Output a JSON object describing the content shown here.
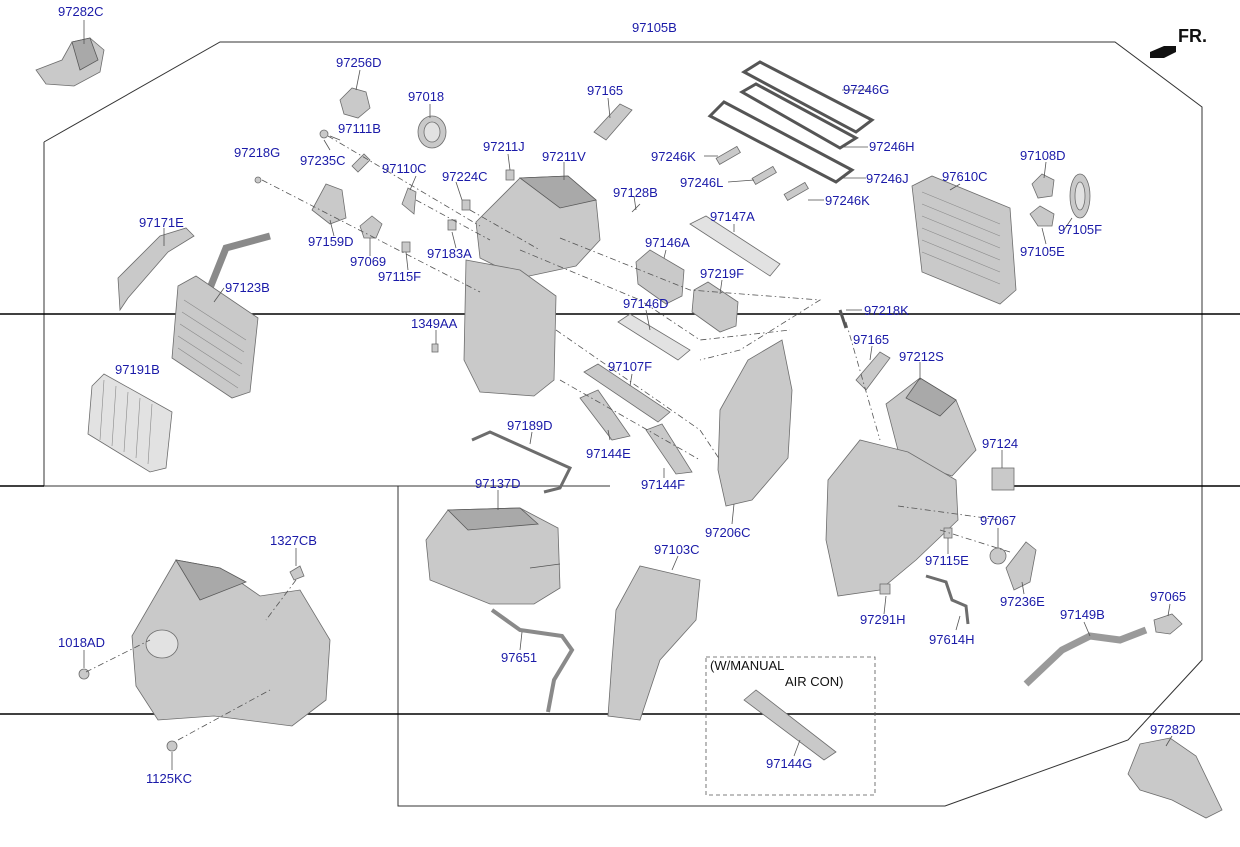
{
  "orientation_label": "FR.",
  "note": {
    "line1": "(W/MANUAL",
    "line2": "AIR CON)"
  },
  "parts": {
    "p97282C": "97282C",
    "p97105B": "97105B",
    "p97256D": "97256D",
    "p97018": "97018",
    "p97165_top": "97165",
    "p97246G": "97246G",
    "p97111B": "97111B",
    "p97218G": "97218G",
    "p97235C": "97235C",
    "p97211J": "97211J",
    "p97211V": "97211V",
    "p97246K_a": "97246K",
    "p97246H": "97246H",
    "p97108D": "97108D",
    "p97110C": "97110C",
    "p97224C": "97224C",
    "p97246L": "97246L",
    "p97246J": "97246J",
    "p97610C": "97610C",
    "p97128B": "97128B",
    "p97246K_b": "97246K",
    "p97105F": "97105F",
    "p97171E": "97171E",
    "p97147A": "97147A",
    "p97159D": "97159D",
    "p97146A": "97146A",
    "p97105E": "97105E",
    "p97069": "97069",
    "p97183A": "97183A",
    "p97219F": "97219F",
    "p97115F": "97115F",
    "p97123B": "97123B",
    "p97146D": "97146D",
    "p97218K": "97218K",
    "p1349AA": "1349AA",
    "p97165_mid": "97165",
    "p97212S": "97212S",
    "p97191B": "97191B",
    "p97107F": "97107F",
    "p97189D": "97189D",
    "p97124": "97124",
    "p97144E": "97144E",
    "p97144F": "97144F",
    "p97137D": "97137D",
    "p97067": "97067",
    "p97206C": "97206C",
    "p1327CB": "1327CB",
    "p97103C": "97103C",
    "p97115E": "97115E",
    "p97236E": "97236E",
    "p97065": "97065",
    "p97149B": "97149B",
    "p1018AD": "1018AD",
    "p97651": "97651",
    "p97291H": "97291H",
    "p97614H": "97614H",
    "p97282D": "97282D",
    "p97144G": "97144G",
    "p1125KC": "1125KC"
  }
}
